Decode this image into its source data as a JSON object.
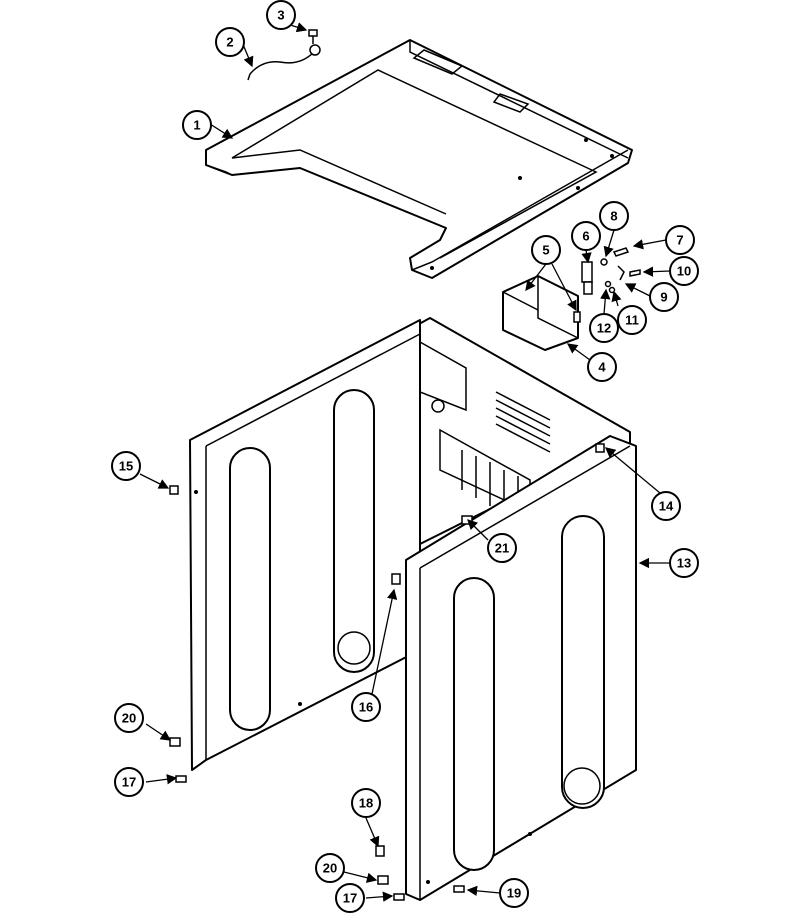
{
  "callouts": [
    {
      "id": "c1",
      "label": "1"
    },
    {
      "id": "c2",
      "label": "2"
    },
    {
      "id": "c3",
      "label": "3"
    },
    {
      "id": "c4",
      "label": "4"
    },
    {
      "id": "c5",
      "label": "5"
    },
    {
      "id": "c6",
      "label": "6"
    },
    {
      "id": "c7",
      "label": "7"
    },
    {
      "id": "c8",
      "label": "8"
    },
    {
      "id": "c9",
      "label": "9"
    },
    {
      "id": "c10",
      "label": "10"
    },
    {
      "id": "c11",
      "label": "11"
    },
    {
      "id": "c12",
      "label": "12"
    },
    {
      "id": "c13",
      "label": "13"
    },
    {
      "id": "c14",
      "label": "14"
    },
    {
      "id": "c15",
      "label": "15"
    },
    {
      "id": "c16",
      "label": "16"
    },
    {
      "id": "c17a",
      "label": "17"
    },
    {
      "id": "c17b",
      "label": "17"
    },
    {
      "id": "c18",
      "label": "18"
    },
    {
      "id": "c19",
      "label": "19"
    },
    {
      "id": "c20a",
      "label": "20"
    },
    {
      "id": "c20b",
      "label": "20"
    },
    {
      "id": "c21",
      "label": "21"
    }
  ]
}
